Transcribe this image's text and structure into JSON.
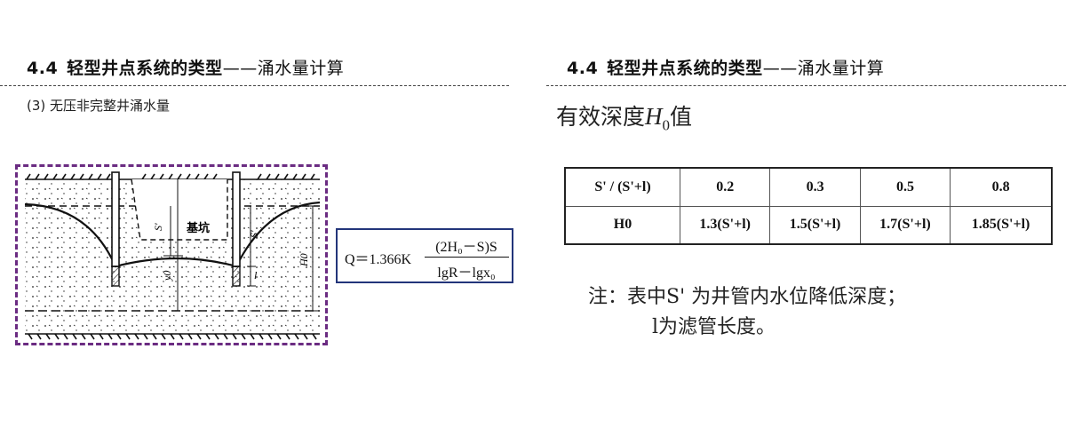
{
  "left_slide": {
    "title_num": "4.4",
    "title_main": "轻型井点系统的类型",
    "title_dash": "——",
    "title_sub": "涌水量计算",
    "subheading": "(3) 无压非完整井涌水量",
    "diagram_labels": {
      "pit": "基坑",
      "s_prime": "S'",
      "s": "S'",
      "l": "l",
      "y0": "y0",
      "h0": "H0"
    },
    "formula": {
      "lhs": "Q＝1.366K",
      "numerator": "(2H₀－S)S",
      "denominator": "lgR－lgx₀"
    }
  },
  "right_slide": {
    "title_num": "4.4",
    "title_main": "轻型井点系统的类型",
    "title_dash": "——",
    "title_sub": "涌水量计算",
    "heading_prefix": "有效深度",
    "heading_var": "H",
    "heading_sub": "0",
    "heading_suffix": "值",
    "table": {
      "header_label": "S' / (S'+l)",
      "row_label": "H0",
      "ratios": [
        "0.2",
        "0.3",
        "0.5",
        "0.8"
      ],
      "values": [
        "1.3(S'+l)",
        "1.5(S'+l)",
        "1.7(S'+l)",
        "1.85(S'+l)"
      ]
    },
    "note_line1": "注：表中S' 为井管内水位降低深度；",
    "note_line2": "l为滤管长度。"
  },
  "colors": {
    "frame": "#6b2c82",
    "formula_border": "#23357a"
  }
}
